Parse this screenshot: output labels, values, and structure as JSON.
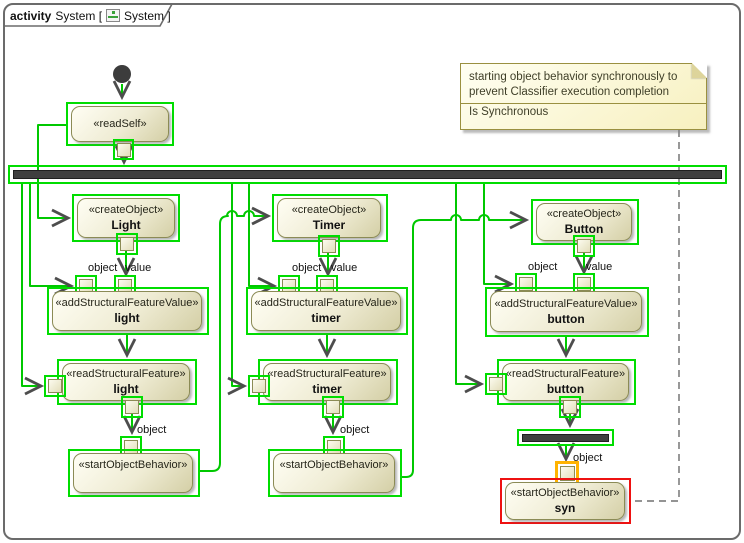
{
  "diagram": {
    "kind_label": "activity",
    "title_left": "System [",
    "title_right": "System ]"
  },
  "labels": {
    "object": "object",
    "value": "value"
  },
  "note": {
    "body": [
      "starting object behavior synchronously to",
      "prevent Classifier execution completion"
    ],
    "property": "Is Synchronous"
  },
  "nodes": {
    "read_self": {
      "stereotype": "«readSelf»"
    },
    "create_light": {
      "stereotype": "«createObject»",
      "name": "Light"
    },
    "add_sfv_light": {
      "stereotype": "«addStructuralFeatureValue»",
      "name": "light"
    },
    "read_sf_light": {
      "stereotype": "«readStructuralFeature»",
      "name": "light"
    },
    "start_ob_light": {
      "stereotype": "«startObjectBehavior»"
    },
    "create_timer": {
      "stereotype": "«createObject»",
      "name": "Timer"
    },
    "add_sfv_timer": {
      "stereotype": "«addStructuralFeatureValue»",
      "name": "timer"
    },
    "read_sf_timer": {
      "stereotype": "«readStructuralFeature»",
      "name": "timer"
    },
    "start_ob_timer": {
      "stereotype": "«startObjectBehavior»"
    },
    "create_button": {
      "stereotype": "«createObject»",
      "name": "Button"
    },
    "add_sfv_button": {
      "stereotype": "«addStructuralFeatureValue»",
      "name": "button"
    },
    "read_sf_button": {
      "stereotype": "«readStructuralFeature»",
      "name": "button"
    },
    "start_ob_syn": {
      "stereotype": "«startObjectBehavior»",
      "name": "syn"
    }
  },
  "colors": {
    "selection_green": "#00dd00",
    "edge_green": "#00c800",
    "selection_red": "#ee1111",
    "pin_highlight_orange": "#ffb300",
    "action_fill_light": "#fffef4",
    "action_fill_dark": "#d4cfa6",
    "action_border": "#8b8b55",
    "bar_fill": "#3f3f3f",
    "note_fill": "#f7f0bf",
    "note_border": "#9a9040"
  }
}
